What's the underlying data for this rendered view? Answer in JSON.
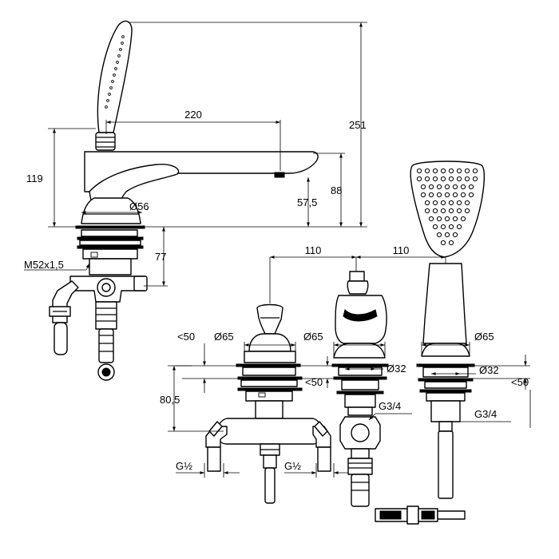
{
  "dimensions": {
    "spout_reach": "220",
    "total_height": "251",
    "body_height": "119",
    "outlet_height": "88",
    "outlet_to_deck": "57,5",
    "rosette_diameter": "Ø56",
    "below_deck": "77",
    "thread": "M52x1,5",
    "spacing_left": "110",
    "spacing_right": "110",
    "diverter_height": "80,5",
    "plate_thickness_1": "<50",
    "plate_thickness_2": "<50",
    "plate_thickness_3": "<50",
    "rosette_diverter": "Ø65",
    "rosette_valve": "Ø65",
    "rosette_shower": "Ø65",
    "hole_valve": "Ø32",
    "hole_shower": "Ø32",
    "connection_valve": "G3/4",
    "connection_shower": "G3/4",
    "inlet_left": "G½",
    "inlet_right": "G½"
  }
}
